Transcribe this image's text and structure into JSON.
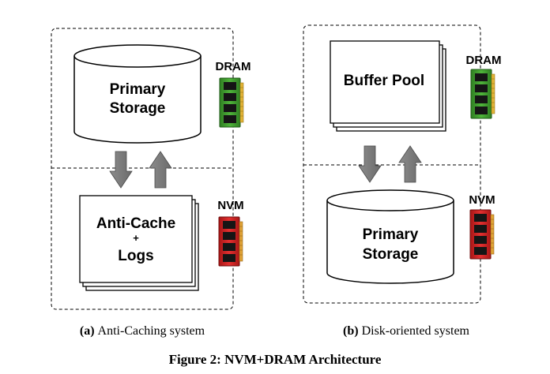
{
  "left_panel": {
    "cylinder_label_line1": "Primary",
    "cylinder_label_line2": "Storage",
    "stack_label_line1": "Anti-Cache",
    "stack_label_plus": "+",
    "stack_label_line2": "Logs",
    "memory_top_label": "DRAM",
    "memory_bottom_label": "NVM",
    "subcaption_letter": "(a)",
    "subcaption_text": "Anti-Caching system"
  },
  "right_panel": {
    "stack_label": "Buffer Pool",
    "cylinder_label_line1": "Primary",
    "cylinder_label_line2": "Storage",
    "memory_top_label": "DRAM",
    "memory_bottom_label": "NVM",
    "subcaption_letter": "(b)",
    "subcaption_text": "Disk-oriented system"
  },
  "figure_caption": "Figure 2: NVM+DRAM Architecture",
  "colors": {
    "dram_chip": "#3e9b2e",
    "dram_contact": "#e3b437",
    "nvm_chip": "#d42323",
    "nvm_contact": "#e0a437",
    "memory_die": "#151515",
    "arrow_fill": "#7a7a7a",
    "outline": "#000000"
  }
}
